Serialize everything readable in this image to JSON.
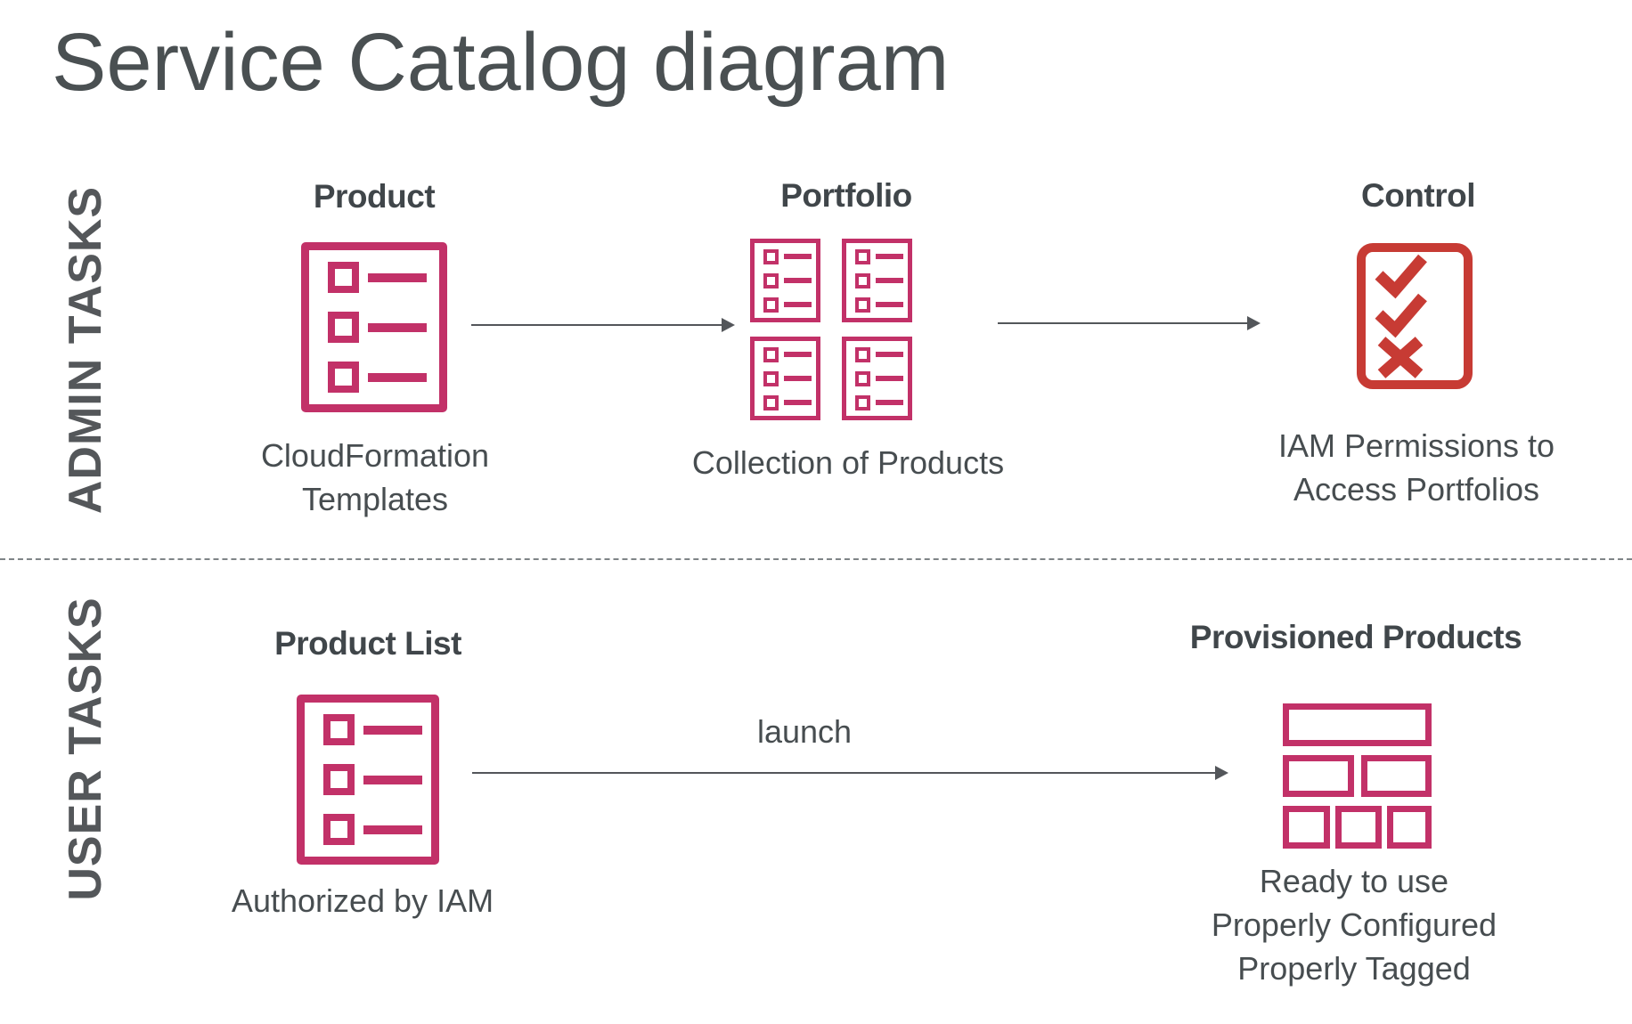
{
  "page": {
    "title": "Service Catalog diagram"
  },
  "admin_row": {
    "side_label": "ADMIN TASKS",
    "product": {
      "heading": "Product",
      "caption": [
        "CloudFormation",
        "Templates"
      ]
    },
    "portfolio": {
      "heading": "Portfolio",
      "caption": [
        "Collection of Products"
      ]
    },
    "control": {
      "heading": "Control",
      "caption": [
        "IAM Permissions to",
        "Access Portfolios"
      ]
    }
  },
  "user_row": {
    "side_label": "USER TASKS",
    "product_list": {
      "heading": "Product List",
      "caption": [
        "Authorized by IAM"
      ]
    },
    "launch": {
      "label": "launch"
    },
    "provisioned_products": {
      "heading": "Provisioned Products",
      "caption": [
        "Ready to use",
        "Properly Configured",
        "Properly Tagged"
      ]
    }
  },
  "icons": {
    "product": "list-document-icon",
    "portfolio": "list-grid-2x2-icon",
    "control": "checklist-icon",
    "provisioned": "bricks-icon",
    "arrows": "arrow-right-icon"
  },
  "colors": {
    "pink": "#C23168",
    "red": "#C73B34",
    "text_title": "#4A5052",
    "text_heading": "#40464A",
    "text_body": "#474D50",
    "text_side": "#54575A",
    "arrow": "#53565A",
    "divider": "#7F8487"
  }
}
